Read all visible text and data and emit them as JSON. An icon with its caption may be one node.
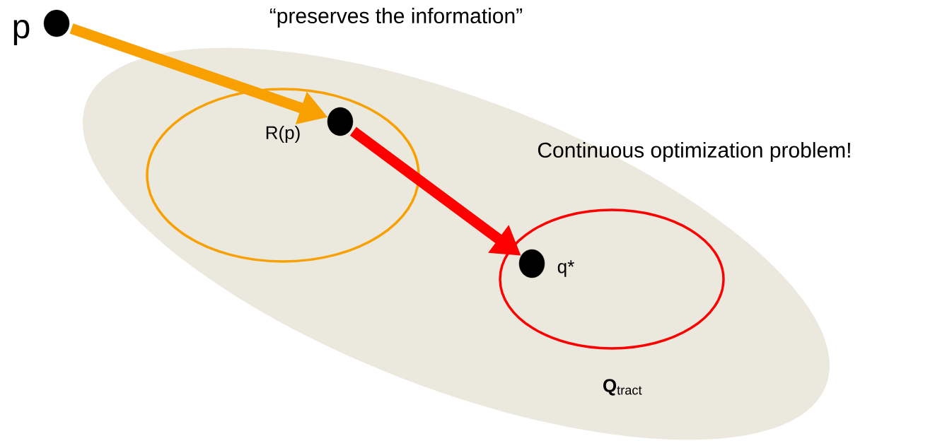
{
  "diagram": {
    "nodes": [
      {
        "text": [],
        "shape": "ellipse"
      },
      {
        "text": [],
        "shape": "ellipse",
        "in": 0
      },
      {
        "text": [],
        "shape": "ellipse",
        "in": 0,
        "beside": [
          "**Q**$_{tract}$"
        ]
      },
      {
        "text": [],
        "shape": "circle",
        "beside": [
          "p"
        ]
      },
      {
        "text": [],
        "shape": "circle",
        "in": 1,
        "beside": [
          "R(p)"
        ]
      },
      {
        "text": [],
        "shape": "circle",
        "in": 2,
        "beside": [
          "q*"
        ]
      }
    ],
    "edges": [
      {
        "from": 3,
        "to": 4,
        "arrow": "to",
        "color": "#f7a000"
      },
      {
        "from": 4,
        "to": 5,
        "arrow": "to",
        "color": "#ff0000"
      }
    ],
    "labels": [
      "“preserves the information”",
      "Continuous optimization problem!"
    ]
  }
}
